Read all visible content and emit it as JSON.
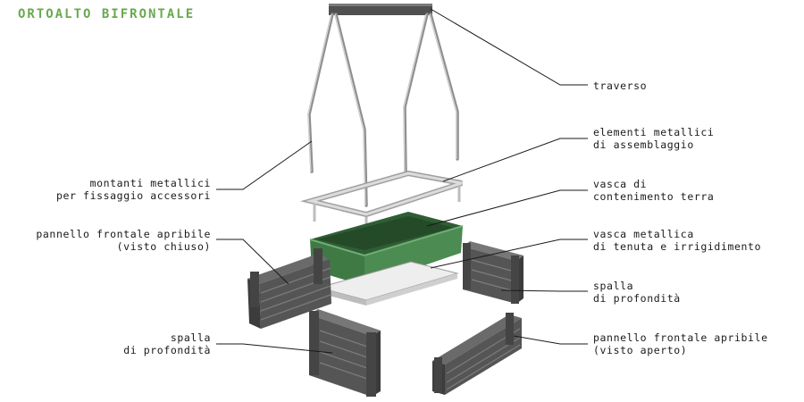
{
  "title": "ORTOALTO BIFRONTALE",
  "colors": {
    "title": "#6aa84f",
    "panel_dark": "#4a4a4a",
    "panel_mid": "#5c5c5c",
    "basin_green": "#3f7a45",
    "frame_metal": "#c8c8c8",
    "tray": "#e6e6e6",
    "leader": "#1a1a1a"
  },
  "labels": {
    "traverso": [
      "traverso"
    ],
    "elementi": [
      "elementi metallici",
      "di assemblaggio"
    ],
    "montanti": [
      "montanti metallici",
      "per fissaggio accessori"
    ],
    "vasca_terra": [
      "vasca di",
      "contenimento terra"
    ],
    "pannello_chiuso": [
      "pannello frontale apribile",
      "(visto chiuso)"
    ],
    "vasca_metallica": [
      "vasca metallica",
      "di tenuta e irrigidimento"
    ],
    "spalla_right": [
      "spalla",
      "di profondità"
    ],
    "spalla_left": [
      "spalla",
      "di profondità"
    ],
    "pannello_aperto": [
      "pannello frontale apribile",
      "(visto aperto)"
    ]
  }
}
